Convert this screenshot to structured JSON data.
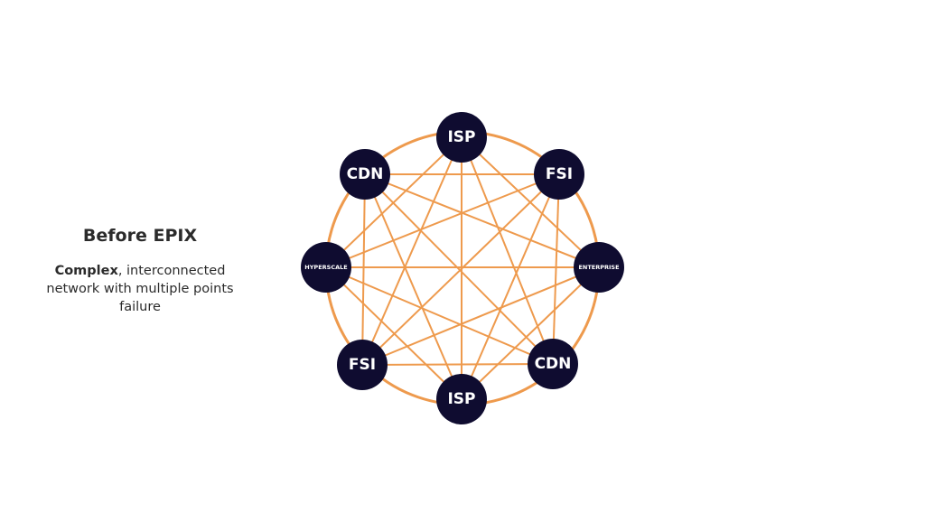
{
  "caption": {
    "title": "Before EPIX",
    "body_bold": "Complex",
    "body_rest": ", interconnected network with multiple points failure"
  },
  "diagram": {
    "ring_color": "#EE9A4D",
    "line_color": "#EE9A4D",
    "node_color": "#0F0C30",
    "nodes": [
      {
        "id": "isp-top",
        "label": "ISP"
      },
      {
        "id": "fsi-top",
        "label": "FSI"
      },
      {
        "id": "enterprise",
        "label": "ENTERPRISE"
      },
      {
        "id": "cdn-bottom",
        "label": "CDN"
      },
      {
        "id": "isp-bottom",
        "label": "ISP"
      },
      {
        "id": "fsi-bottom",
        "label": "FSI"
      },
      {
        "id": "hyperscale",
        "label": "HYPERSCALE"
      },
      {
        "id": "cdn-top",
        "label": "CDN"
      }
    ]
  }
}
